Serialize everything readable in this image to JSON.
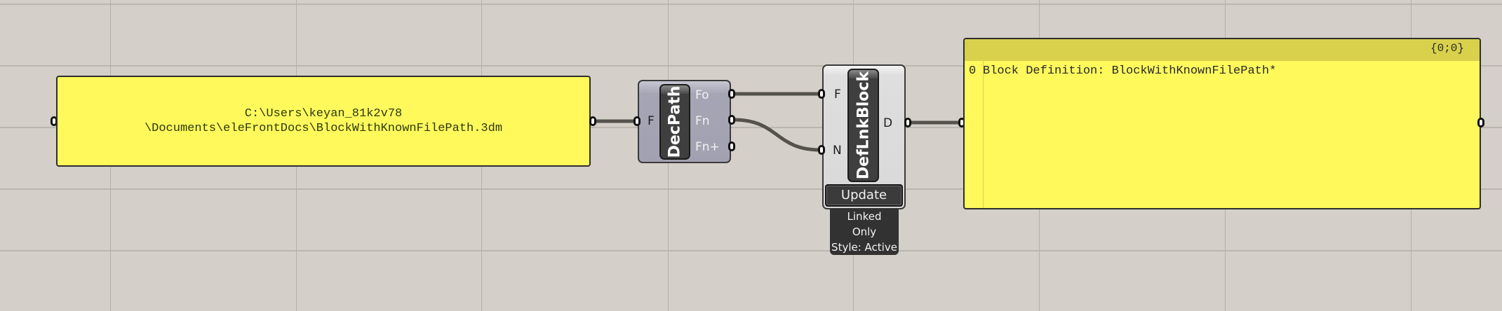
{
  "canvas": {
    "background": "#d4cfc8",
    "grid_color": "#bbb6af"
  },
  "file_path_panel": {
    "line1": "C:\\Users\\keyan_81k2v78",
    "line2": "\\Documents\\eleFrontDocs\\BlockWithKnownFilePath.3dm",
    "color": "#fff95c"
  },
  "decpath_component": {
    "name": "DecPath",
    "inputs": [
      {
        "label": "F"
      }
    ],
    "outputs": [
      {
        "label": "Fo"
      },
      {
        "label": "Fn"
      },
      {
        "label": "Fn+"
      }
    ]
  },
  "deflnkblock_component": {
    "name": "DefLnkBlock",
    "inputs": [
      {
        "label": "F"
      },
      {
        "label": "N"
      }
    ],
    "outputs": [
      {
        "label": "D"
      }
    ],
    "button_label": "Update",
    "tag_lines": [
      "Linked",
      "Only",
      "Style: Active"
    ]
  },
  "output_panel": {
    "path_label": "{0;0}",
    "rows": [
      {
        "index": "0",
        "value": "Block Definition: BlockWithKnownFilePath*"
      }
    ],
    "color": "#fff95c",
    "header_color": "#d9d14c"
  }
}
